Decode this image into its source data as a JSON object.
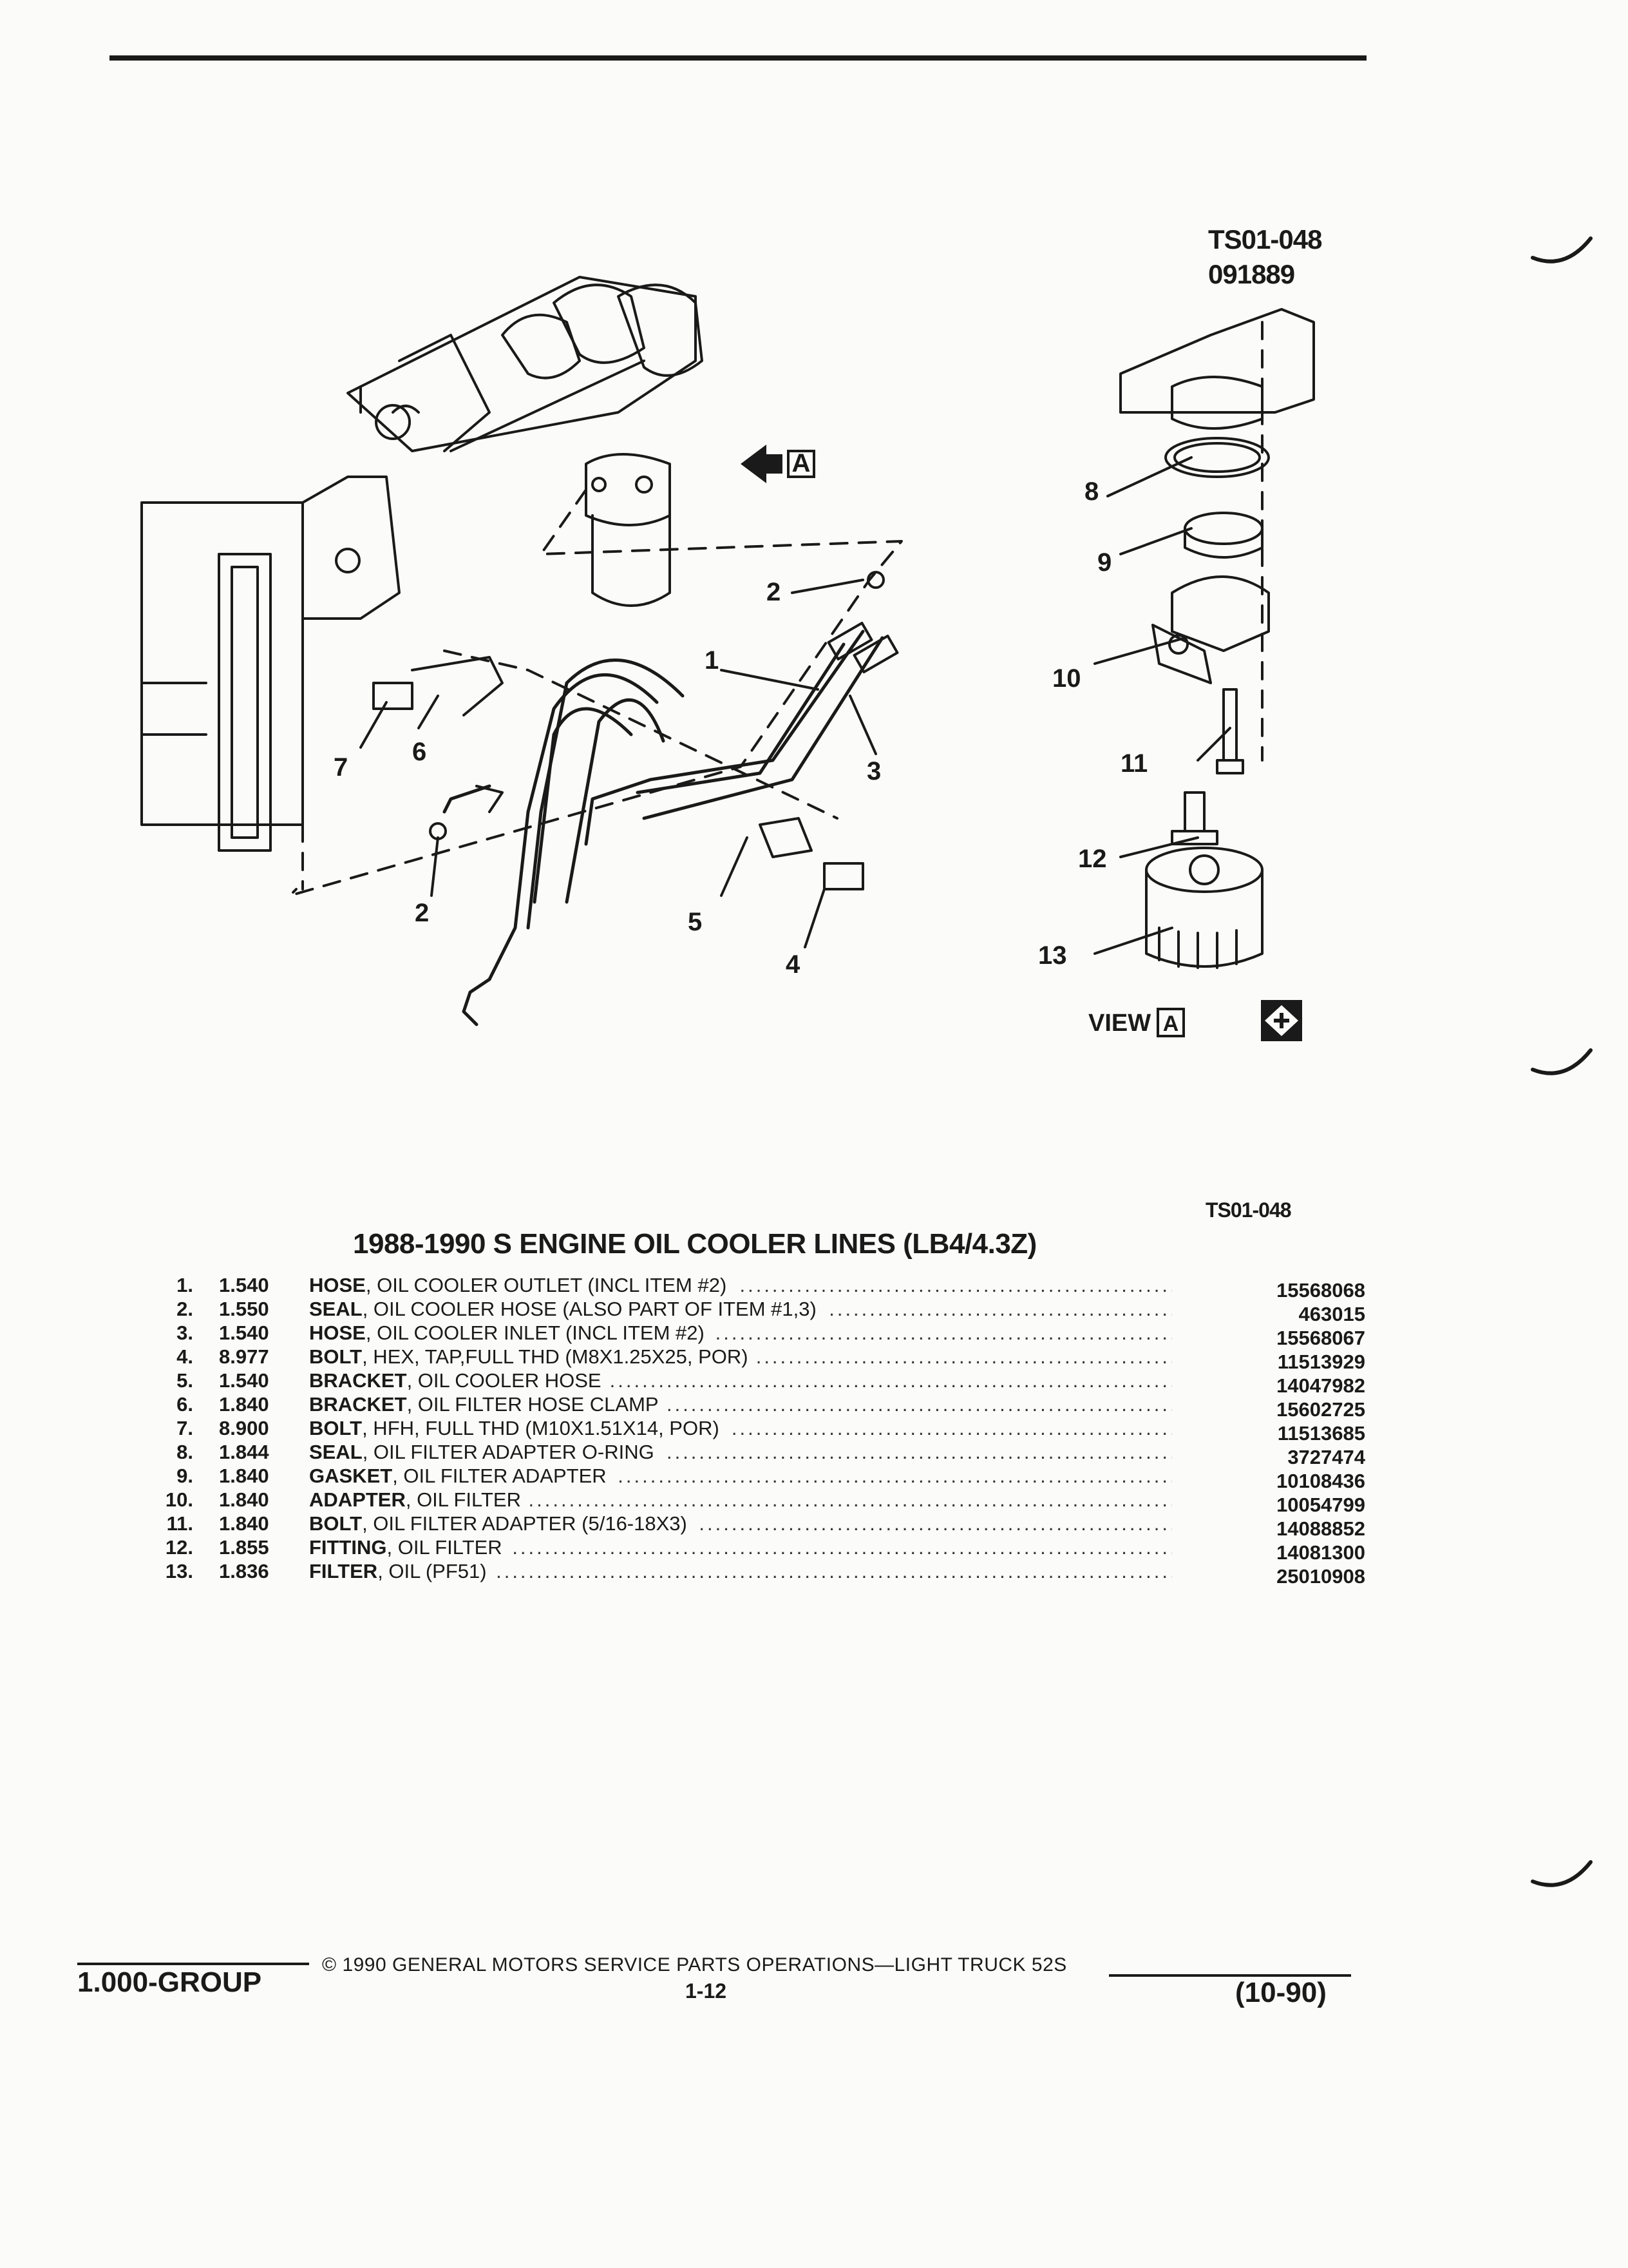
{
  "header": {
    "ref_code": "TS01-048",
    "date_code": "091889"
  },
  "diagram": {
    "view_arrow_label": "A",
    "view_label": "VIEW",
    "view_box_label": "A",
    "callouts": [
      "1",
      "2",
      "2",
      "3",
      "4",
      "5",
      "6",
      "7",
      "8",
      "9",
      "10",
      "11",
      "12",
      "13"
    ]
  },
  "section_ref": "TS01-048",
  "title": "1988-1990 S ENGINE OIL COOLER LINES (LB4/4.3Z)",
  "parts": [
    {
      "num": "1.",
      "group": "1.540",
      "name": "HOSE",
      "desc": ", OIL COOLER OUTLET (INCL ITEM #2)",
      "part": "15568068"
    },
    {
      "num": "2.",
      "group": "1.550",
      "name": "SEAL",
      "desc": ", OIL COOLER HOSE (ALSO PART OF ITEM #1,3)",
      "part": "463015"
    },
    {
      "num": "3.",
      "group": "1.540",
      "name": "HOSE",
      "desc": ", OIL COOLER INLET (INCL ITEM #2)",
      "part": "15568067"
    },
    {
      "num": "4.",
      "group": "8.977",
      "name": "BOLT",
      "desc": ", HEX, TAP,FULL THD (M8X1.25X25, POR)",
      "part": "11513929"
    },
    {
      "num": "5.",
      "group": "1.540",
      "name": "BRACKET",
      "desc": ", OIL COOLER HOSE",
      "part": "14047982"
    },
    {
      "num": "6.",
      "group": "1.840",
      "name": "BRACKET",
      "desc": ", OIL FILTER HOSE CLAMP",
      "part": "15602725"
    },
    {
      "num": "7.",
      "group": "8.900",
      "name": "BOLT",
      "desc": ", HFH, FULL THD (M10X1.51X14, POR)",
      "part": "11513685"
    },
    {
      "num": "8.",
      "group": "1.844",
      "name": "SEAL",
      "desc": ", OIL FILTER ADAPTER O-RING",
      "part": "3727474"
    },
    {
      "num": "9.",
      "group": "1.840",
      "name": "GASKET",
      "desc": ", OIL FILTER ADAPTER",
      "part": "10108436"
    },
    {
      "num": "10.",
      "group": "1.840",
      "name": "ADAPTER",
      "desc": ", OIL FILTER",
      "part": "10054799"
    },
    {
      "num": "11.",
      "group": "1.840",
      "name": "BOLT",
      "desc": ", OIL FILTER ADAPTER (5/16-18X3)",
      "part": "14088852"
    },
    {
      "num": "12.",
      "group": "1.855",
      "name": "FITTING",
      "desc": ", OIL FILTER",
      "part": "14081300"
    },
    {
      "num": "13.",
      "group": "1.836",
      "name": "FILTER",
      "desc": ", OIL (PF51)",
      "part": "25010908"
    }
  ],
  "footer": {
    "group": "1.000-GROUP",
    "copyright": "© 1990 GENERAL MOTORS SERVICE PARTS OPERATIONS—LIGHT TRUCK 52S",
    "page": "1-12",
    "date": "(10-90)"
  }
}
